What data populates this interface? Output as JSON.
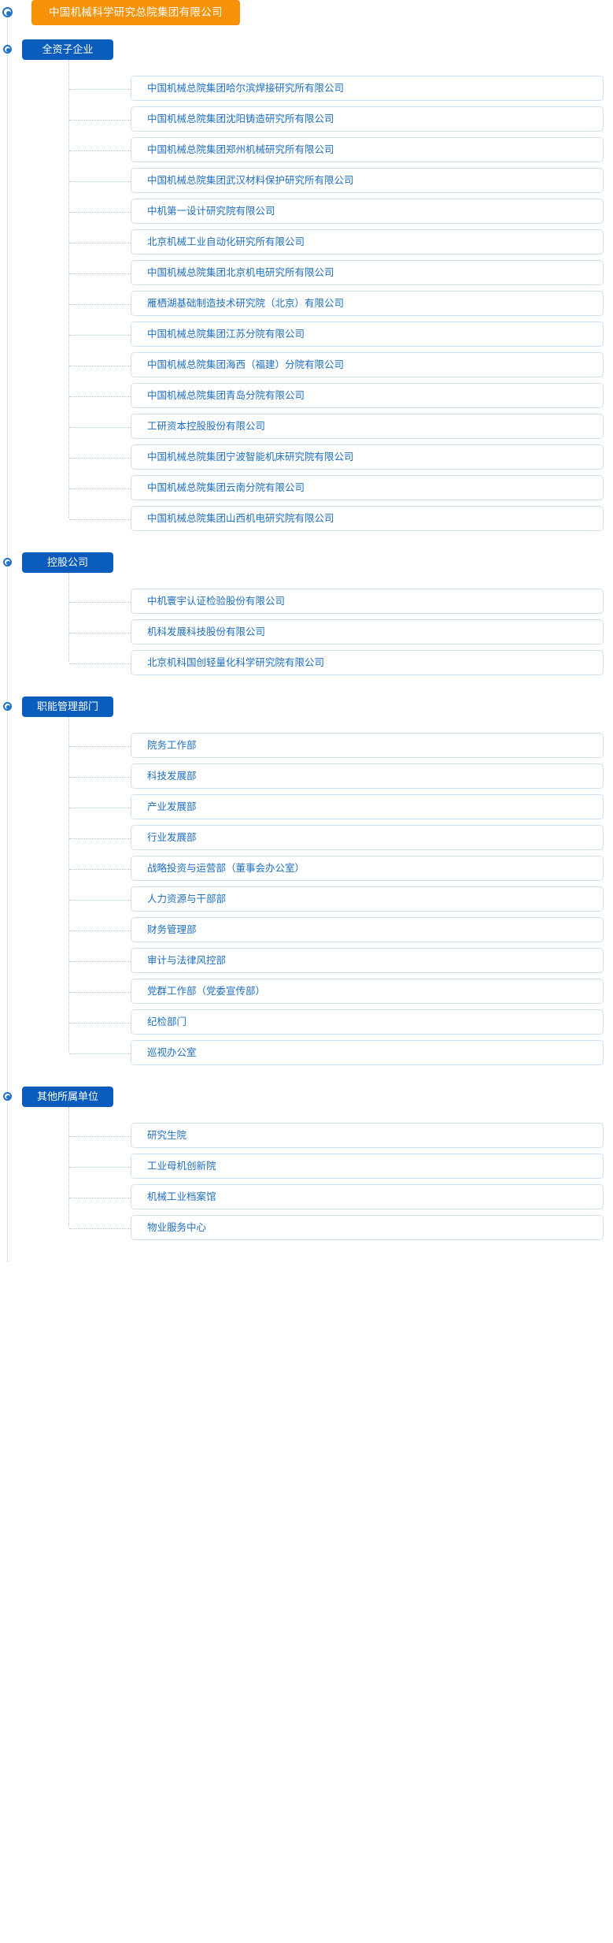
{
  "root": {
    "label": "中国机械科学研究总院集团有限公司",
    "color": "#f79108"
  },
  "theme": {
    "group_color": "#0b5dbd",
    "item_text_color": "#1d6ec0",
    "item_border_color": "#cfe0f1",
    "connector_color": "#a9c7e8"
  },
  "groups": [
    {
      "label": "全资子企业",
      "items": [
        "中国机械总院集团哈尔滨焊接研究所有限公司",
        "中国机械总院集团沈阳铸造研究所有限公司",
        "中国机械总院集团郑州机械研究所有限公司",
        "中国机械总院集团武汉材料保护研究所有限公司",
        "中机第一设计研究院有限公司",
        "北京机械工业自动化研究所有限公司",
        "中国机械总院集团北京机电研究所有限公司",
        "雁栖湖基础制造技术研究院（北京）有限公司",
        "中国机械总院集团江苏分院有限公司",
        "中国机械总院集团海西（福建）分院有限公司",
        "中国机械总院集团青岛分院有限公司",
        "工研资本控股股份有限公司",
        "中国机械总院集团宁波智能机床研究院有限公司",
        "中国机械总院集团云南分院有限公司",
        "中国机械总院集团山西机电研究院有限公司"
      ]
    },
    {
      "label": "控股公司",
      "items": [
        "中机寰宇认证检验股份有限公司",
        "机科发展科技股份有限公司",
        "北京机科国创轻量化科学研究院有限公司"
      ]
    },
    {
      "label": "职能管理部门",
      "items": [
        "院务工作部",
        "科技发展部",
        "产业发展部",
        "行业发展部",
        "战略投资与运营部（董事会办公室）",
        "人力资源与干部部",
        "财务管理部",
        "审计与法律风控部",
        "党群工作部（党委宣传部）",
        "纪检部门",
        "巡视办公室"
      ]
    },
    {
      "label": "其他所属单位",
      "items": [
        "研究生院",
        "工业母机创新院",
        "机械工业档案馆",
        "物业服务中心"
      ]
    }
  ]
}
